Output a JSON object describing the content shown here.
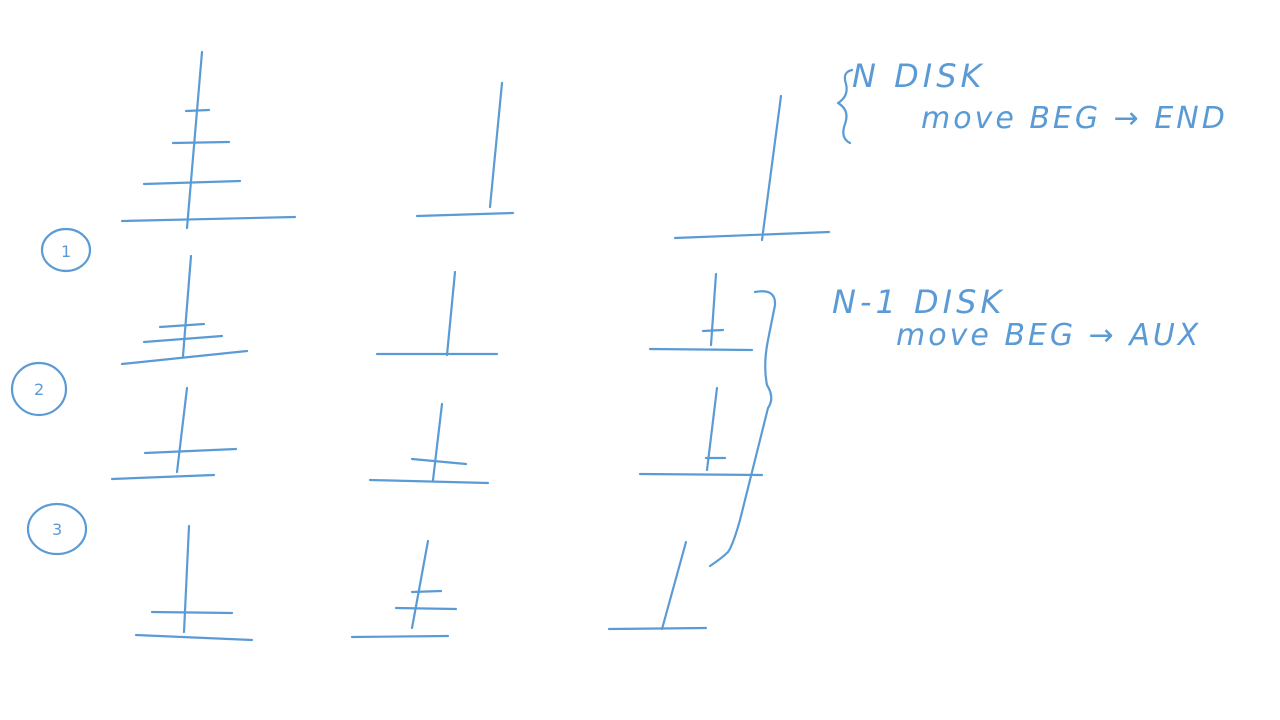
{
  "steps": [
    {
      "label": "1"
    },
    {
      "label": "2"
    },
    {
      "label": "3"
    }
  ],
  "notes": {
    "n_disk_title": "N DISK",
    "n_disk_move": "move BEG → END",
    "n1_disk_title": "N-1 DISK",
    "n1_disk_move": "move BEG → AUX"
  },
  "colors": {
    "ink": "#5b9bd5",
    "background": "#ffffff"
  }
}
